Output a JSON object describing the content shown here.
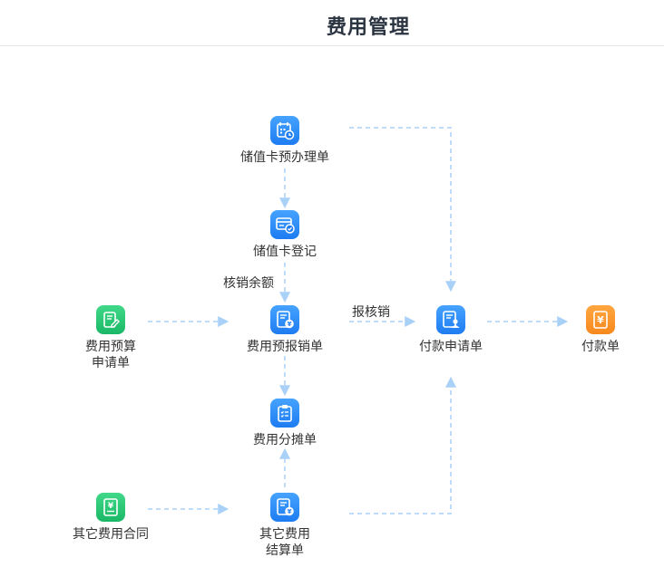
{
  "header": {
    "title": "费用管理"
  },
  "nodes": {
    "stored_card_preprocess": {
      "label": "储值卡预办理单",
      "icon": "calendar-clock-icon"
    },
    "stored_card_register": {
      "label": "储值卡登记",
      "icon": "card-check-icon"
    },
    "budget_request": {
      "label": "费用预算\n申请单",
      "icon": "document-edit-icon"
    },
    "pre_reimbursement": {
      "label": "费用预报销单",
      "icon": "document-yen-icon"
    },
    "payment_request": {
      "label": "付款申请单",
      "icon": "document-user-icon"
    },
    "payment_voucher": {
      "label": "付款单",
      "icon": "yen-document-icon"
    },
    "cost_allocation": {
      "label": "费用分摊单",
      "icon": "clipboard-checklist-icon"
    },
    "other_contract": {
      "label": "其它费用合同",
      "icon": "yen-document-icon"
    },
    "other_settlement": {
      "label": "其它费用\n结算单",
      "icon": "document-yen-icon"
    }
  },
  "edges": {
    "write_off_balance": "核销余额",
    "reimburse_write_off": "报核销"
  },
  "colors": {
    "blue": "#2b8cf7",
    "green": "#2ec774",
    "orange": "#fb9a2e",
    "arrow": "#a9d1f7"
  }
}
